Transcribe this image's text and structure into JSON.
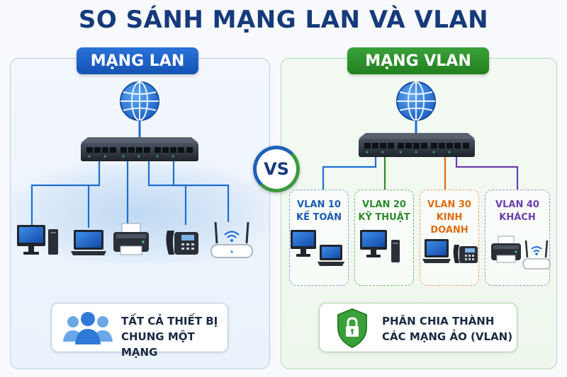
{
  "title": "SO SÁNH MẠNG LAN VÀ VLAN",
  "lan": {
    "label": "MẠNG LAN",
    "description_line1": "TẤT CẢ THIẾT BỊ",
    "description_line2": "CHUNG MỘT MẠNG"
  },
  "vs": "VS",
  "vlan": {
    "label": "MẠNG VLAN",
    "groups": [
      {
        "id": "VLAN 10",
        "name": "KẾ TOÁN",
        "color": "#1d5bb6"
      },
      {
        "id": "VLAN 20",
        "name": "KỸ THUẬT",
        "color": "#2e8b2e"
      },
      {
        "id": "VLAN 30",
        "name": "KINH DOANH",
        "color": "#e06d10"
      },
      {
        "id": "VLAN 40",
        "name": "KHÁCH",
        "color": "#6a3fb0"
      }
    ],
    "description_line1": "PHÂN CHIA THÀNH",
    "description_line2": "CÁC MẠNG ẢO (VLAN)"
  },
  "colors": {
    "title": "#163a7a",
    "lan_accent": "#1552b4",
    "vlan_accent": "#22801f",
    "link": "#1d6fd0"
  },
  "icons": [
    "globe-icon",
    "network-switch-icon",
    "desktop-computer-icon",
    "laptop-icon",
    "printer-icon",
    "ip-phone-icon",
    "wifi-router-icon",
    "users-group-icon",
    "shield-lock-icon"
  ]
}
